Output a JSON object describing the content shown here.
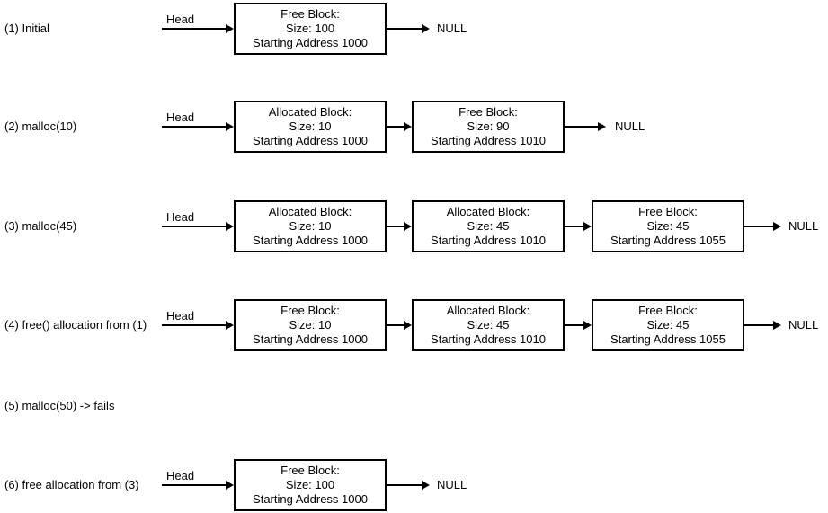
{
  "diagram": {
    "background": "#ffffff",
    "line_color": "#000000",
    "text_color": "#000000",
    "head_label": "Head",
    "null_label": "NULL",
    "rows": [
      {
        "label": "(1) Initial",
        "boxes": [
          {
            "title": "Free Block:",
            "size": "Size: 100",
            "address": "Starting Address 1000"
          }
        ]
      },
      {
        "label": "(2) malloc(10)",
        "boxes": [
          {
            "title": "Allocated Block:",
            "size": "Size: 10",
            "address": "Starting Address 1000"
          },
          {
            "title": "Free Block:",
            "size": "Size: 90",
            "address": "Starting Address 1010"
          }
        ]
      },
      {
        "label": "(3) malloc(45)",
        "boxes": [
          {
            "title": "Allocated Block:",
            "size": "Size: 10",
            "address": "Starting Address 1000"
          },
          {
            "title": "Allocated Block:",
            "size": "Size: 45",
            "address": "Starting Address 1010"
          },
          {
            "title": "Free Block:",
            "size": "Size: 45",
            "address": "Starting Address 1055"
          }
        ]
      },
      {
        "label": "(4) free() allocation from (1)",
        "boxes": [
          {
            "title": "Free Block:",
            "size": "Size: 10",
            "address": "Starting Address 1000"
          },
          {
            "title": "Allocated Block:",
            "size": "Size: 45",
            "address": "Starting Address 1010"
          },
          {
            "title": "Free Block:",
            "size": "Size: 45",
            "address": "Starting Address 1055"
          }
        ]
      },
      {
        "label": "(5) malloc(50) -> fails",
        "boxes": []
      },
      {
        "label": "(6) free allocation from (3)",
        "boxes": [
          {
            "title": "Free Block:",
            "size": "Size: 100",
            "address": "Starting Address 1000"
          }
        ]
      }
    ]
  }
}
